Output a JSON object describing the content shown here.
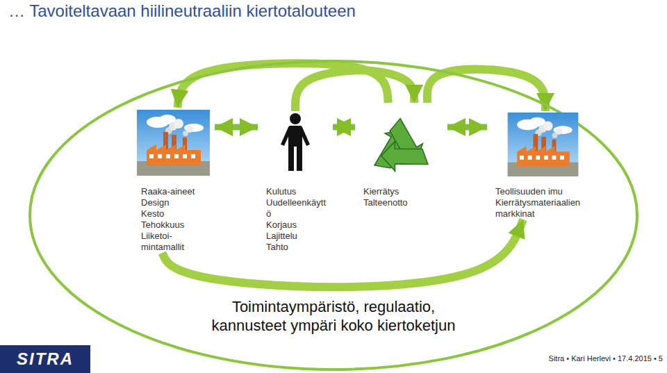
{
  "diagram": {
    "title": "… Tavoiteltavaan hiilineutraaliin kiertotalouteen",
    "nodes": [
      {
        "text": [
          "Toimintaympäristö, regulaatio, kannusteet ympäri koko kiertoketjun"
        ]
      },
      {
        "text": [
          "Raaka-aineet",
          "Design",
          "Kesto",
          "Tehokkuus",
          "Liiketoi- mintamallit"
        ],
        "in": 0
      },
      {
        "text": [
          "Kulutus",
          "Uudelleenkäytt ö",
          "Korjaus",
          "Lajittelu",
          "Tahto"
        ],
        "in": 0
      },
      {
        "text": [
          "Kierrätys",
          "Talteenotto"
        ],
        "in": 0
      },
      {
        "text": [
          "Teollisuuden imu",
          "Kierrätysmateriaalien markkinat"
        ],
        "in": 0
      }
    ],
    "edges": [
      {
        "from": 1,
        "to": 2,
        "arrow": "both"
      },
      {
        "from": 2,
        "to": 3,
        "arrow": "both"
      },
      {
        "from": 3,
        "to": 4,
        "arrow": "both"
      },
      {
        "from": 3,
        "to": 1,
        "arrow": "to"
      },
      {
        "from": 2,
        "to": 3,
        "arrow": "to"
      },
      {
        "from": 3,
        "to": 4,
        "arrow": "to"
      },
      {
        "from": 1,
        "to": 4,
        "arrow": "to"
      }
    ],
    "labels": [
      "SITRA",
      "Sitra • Kari Herlevi • 17.4.2015 • 5"
    ]
  }
}
